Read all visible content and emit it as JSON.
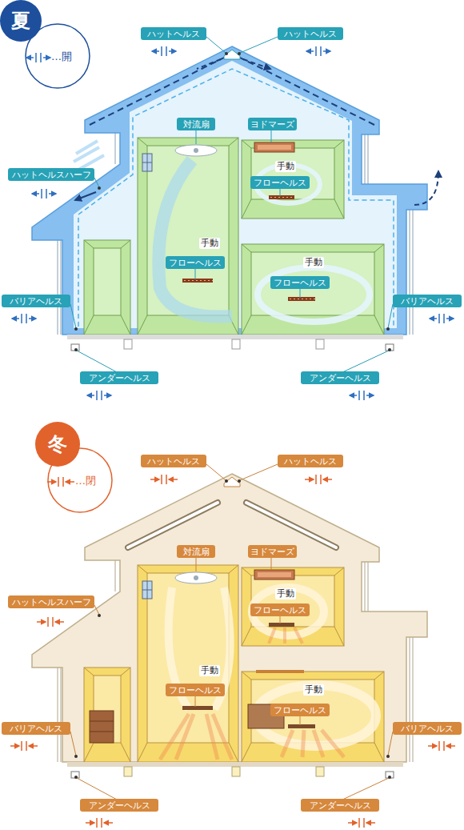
{
  "diagram": {
    "nodes": [
      {
        "text": [
          "夏"
        ]
      },
      {
        "text": [
          "ハットヘルス"
        ]
      },
      {
        "text": [
          "ハットヘルス"
        ]
      },
      {
        "text": [
          "対流扇"
        ]
      },
      {
        "text": [
          "ヨドマーズ"
        ]
      },
      {
        "text": [
          "ハットヘルスハーフ"
        ]
      },
      {
        "text": [
          "フローヘルス"
        ]
      },
      {
        "text": [
          "フローヘルス"
        ]
      },
      {
        "text": [
          "フローヘルス"
        ]
      },
      {
        "text": [
          "バリアヘルス"
        ]
      },
      {
        "text": [
          "バリアヘルス"
        ]
      },
      {
        "text": [
          "アンダーヘルス"
        ]
      },
      {
        "text": [
          "アンダーヘルス"
        ]
      },
      {
        "text": [
          "冬"
        ]
      },
      {
        "text": [
          "ハットヘルス"
        ]
      },
      {
        "text": [
          "ハットヘルス"
        ]
      },
      {
        "text": [
          "対流扇"
        ]
      },
      {
        "text": [
          "ヨドマーズ"
        ]
      },
      {
        "text": [
          "ハットヘルスハーフ"
        ]
      },
      {
        "text": [
          "フローヘルス"
        ]
      },
      {
        "text": [
          "フローヘルス"
        ]
      },
      {
        "text": [
          "フローヘルス"
        ]
      },
      {
        "text": [
          "バリアヘルス"
        ]
      },
      {
        "text": [
          "バリアヘルス"
        ]
      },
      {
        "text": [
          "アンダーヘルス"
        ]
      },
      {
        "text": [
          "アンダーヘルス"
        ]
      }
    ],
    "labels": [
      "手動",
      "手動",
      "手動",
      "手動",
      "手動",
      "手動"
    ],
    "legend": [
      {
        "text": "…開"
      },
      {
        "text": "…閉"
      }
    ]
  }
}
